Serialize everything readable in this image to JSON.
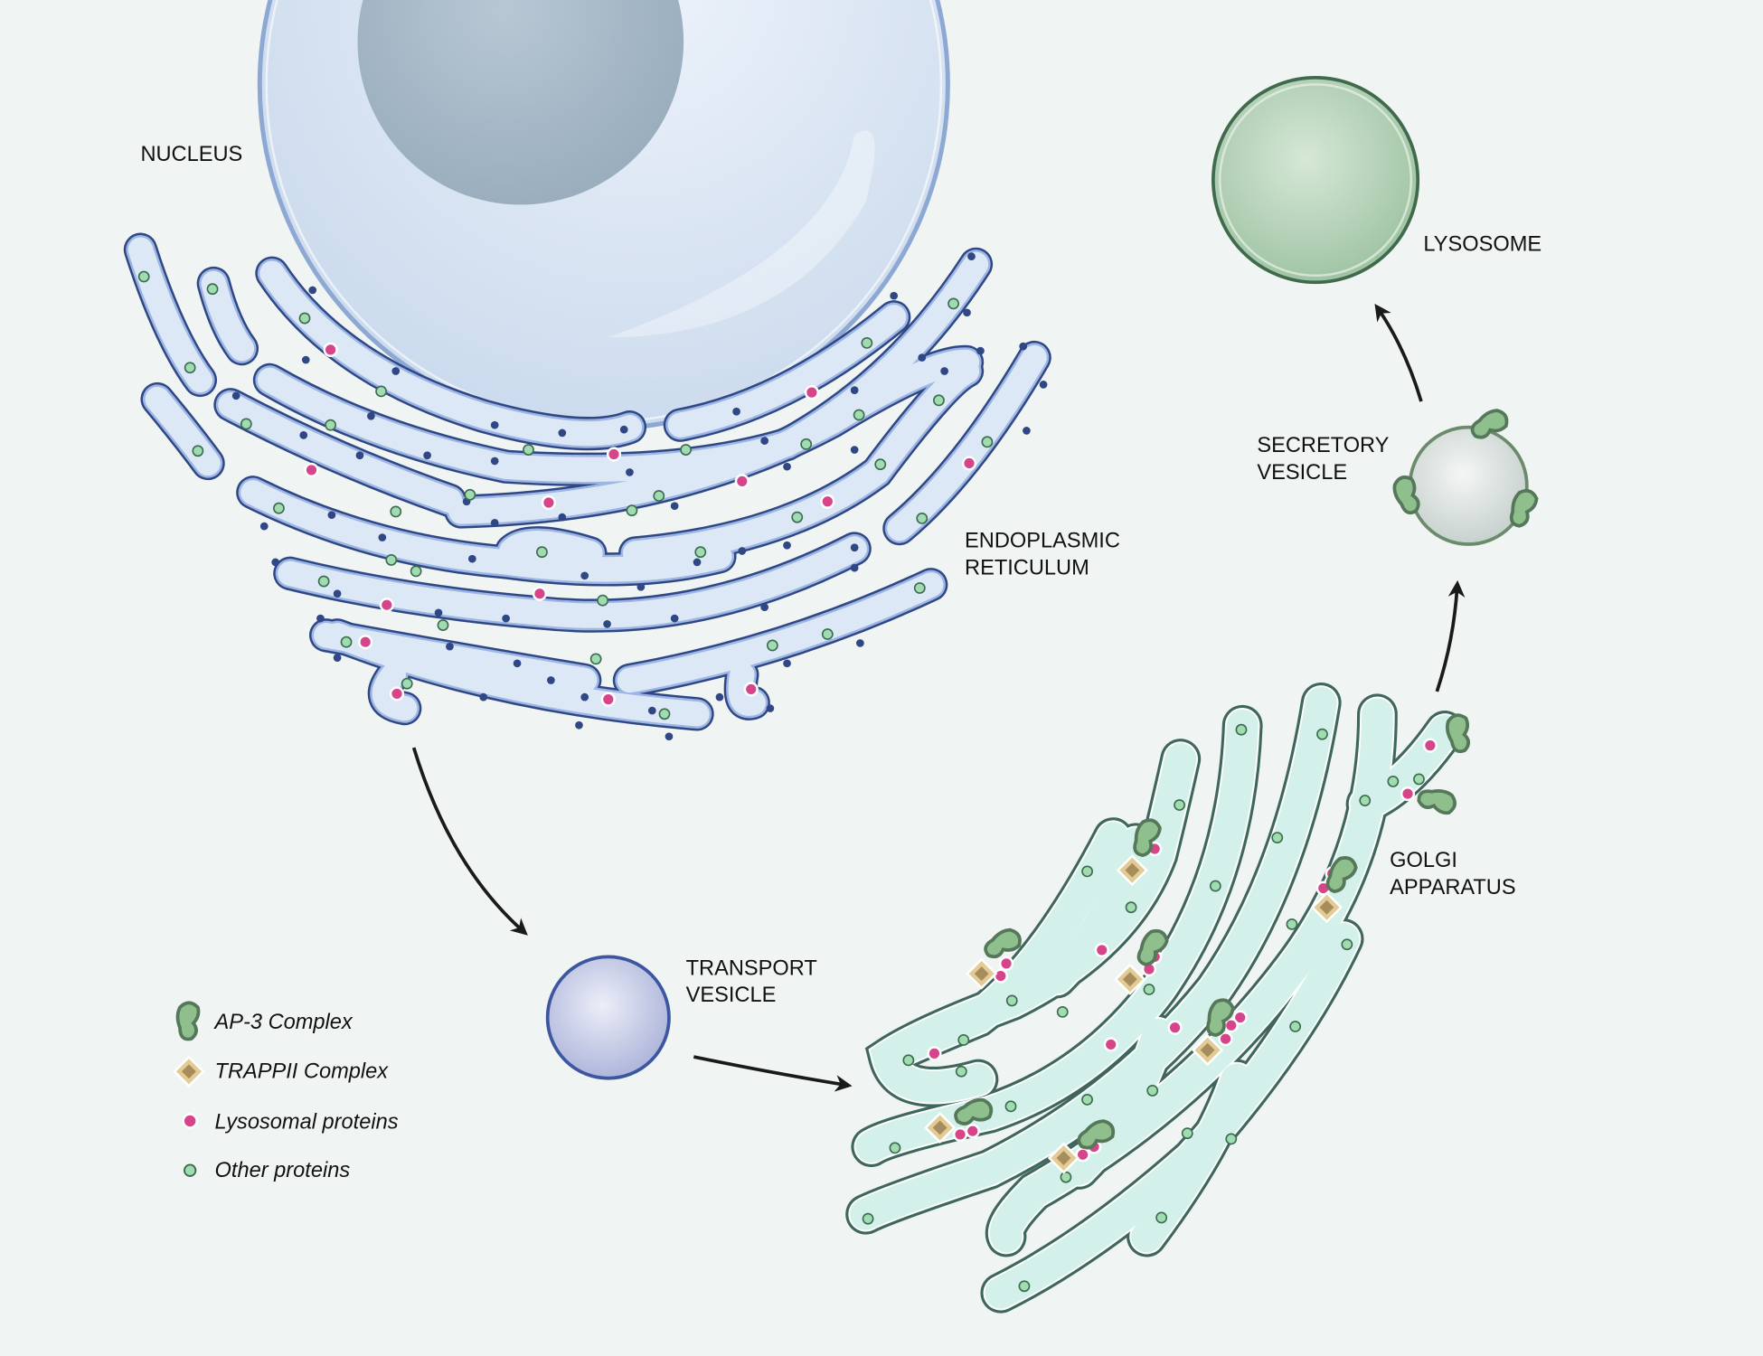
{
  "labels": {
    "nucleus": "NUCLEUS",
    "er_line1": "ENDOPLASMIC",
    "er_line2": "RETICULUM",
    "transport_line1": "TRANSPORT",
    "transport_line2": "VESICLE",
    "golgi_line1": "GOLGI",
    "golgi_line2": "APPARATUS",
    "secretory_line1": "SECRETORY",
    "secretory_line2": "VESICLE",
    "lysosome": "LYSOSOME"
  },
  "legend": [
    {
      "icon": "ap3-complex-icon",
      "label": "AP-3 Complex"
    },
    {
      "icon": "trappii-complex-icon",
      "label": "TRAPPII Complex"
    },
    {
      "icon": "lysosomal-protein-icon",
      "label": "Lysosomal proteins"
    },
    {
      "icon": "other-protein-icon",
      "label": "Other proteins"
    }
  ],
  "colors": {
    "background": "#f0f5f3",
    "er_fill": "#dde8f7",
    "er_stroke": "#2f4784",
    "golgi_fill": "#d3f1ea",
    "golgi_stroke": "#3f665c",
    "lysosomal_protein": "#d6458a",
    "other_protein": "#9fdcb0",
    "ap3": "#8fbf8c",
    "trappii": "#d9c08a"
  }
}
